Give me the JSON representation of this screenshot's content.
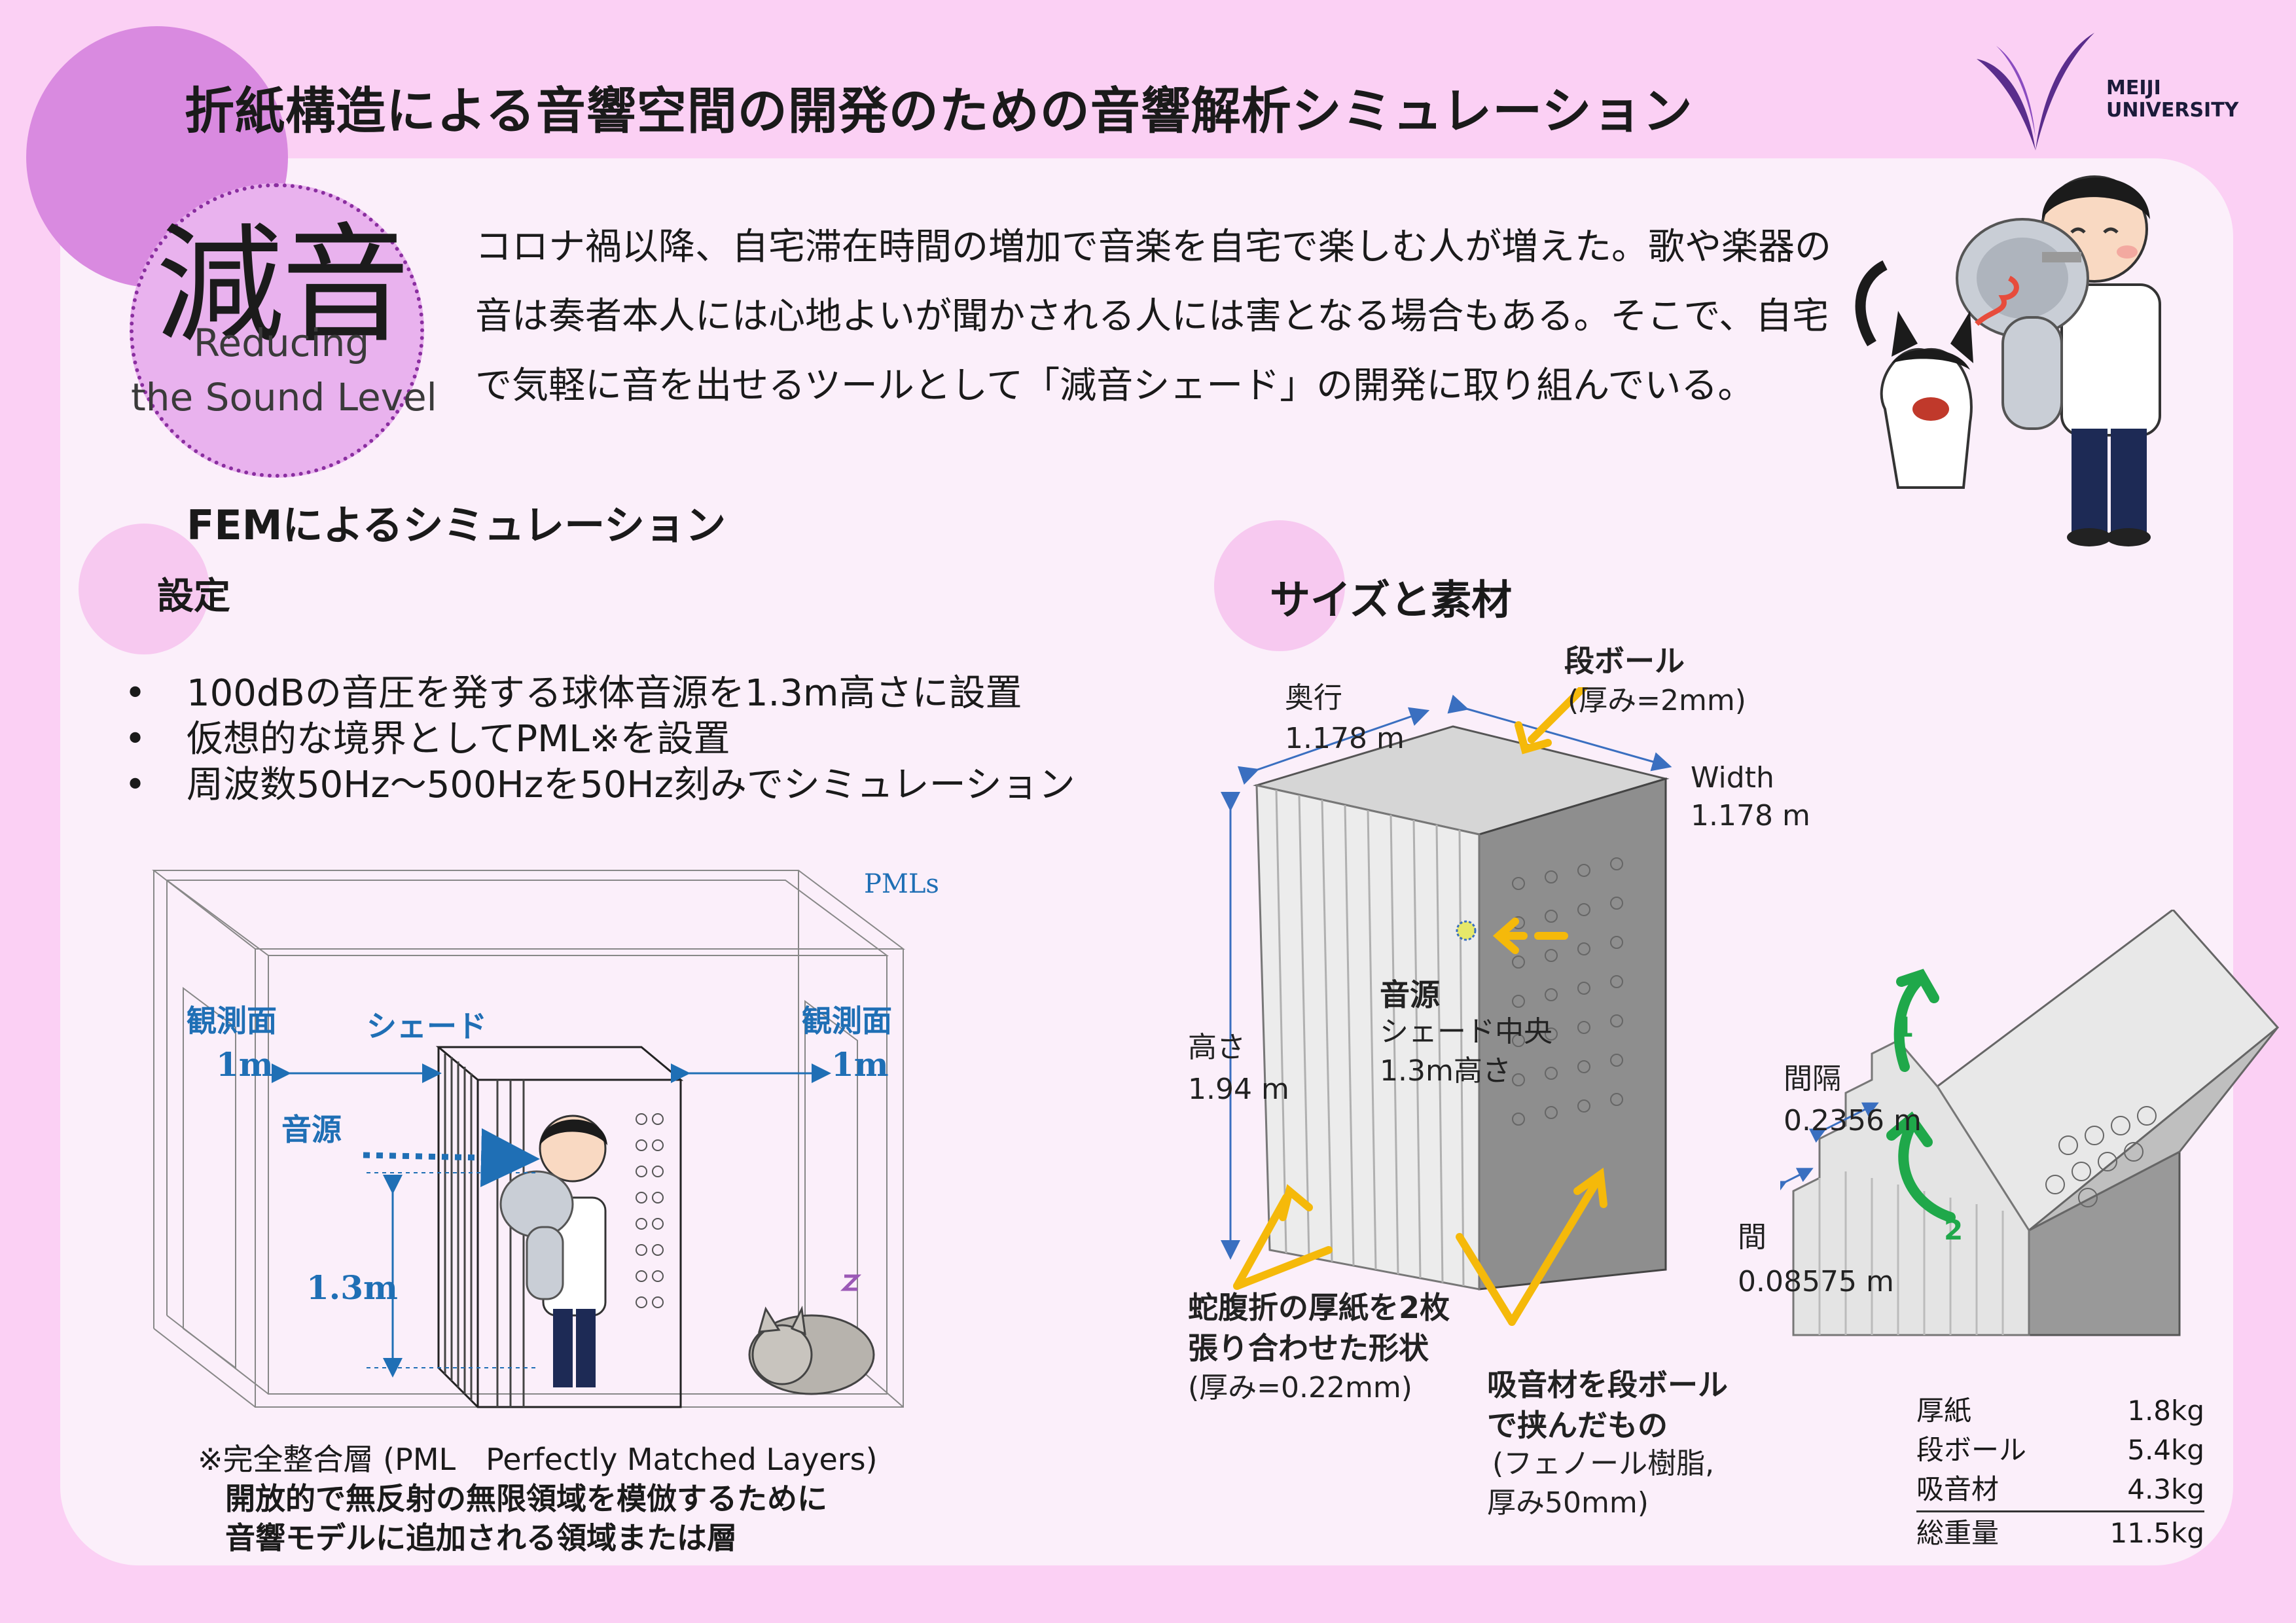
{
  "header": {
    "title": "折紙構造による音響空間の開発のための音響解析シミュレーション",
    "logo_line1": "MEIJI",
    "logo_line2": "UNIVERSITY"
  },
  "badge": {
    "kanji": "減音",
    "english_line1": "Reducing",
    "english_line2": "the Sound Level"
  },
  "intro": {
    "line1": "コロナ禍以降、自宅滞在時間の増加で音楽を自宅で楽しむ人が増えた。歌や楽器の",
    "line2": "音は奏者本人には心地よいが聞かされる人には害となる場合もある。そこで、自宅",
    "line3": "で気軽に音を出せるツールとして「減音シェード」の開発に取り組んでいる。"
  },
  "fem": {
    "heading": "FEMによるシミュレーション",
    "setting_heading": "設定",
    "bullets": [
      "100dBの音圧を発する球体音源を1.3m高さに設置",
      "仮想的な境界としてPML※を設置",
      "周波数50Hz〜500Hzを50Hz刻みでシミュレーション"
    ],
    "bullet_symbol": "•",
    "diagram": {
      "pmls": "PMLs",
      "obs_left": "観測面",
      "obs_right": "観測面",
      "shade": "シェード",
      "dist_left": "1m",
      "dist_right": "1m",
      "source": "音源",
      "height": "1.3m"
    },
    "note_line1": "※完全整合層 (PML　Perfectly Matched Layers)",
    "note_line2": "開放的で無反射の無限領域を模倣するために",
    "note_line3": "音響モデルに追加される領域または層"
  },
  "size": {
    "heading": "サイズと素材",
    "cardboard_title": "段ボール",
    "cardboard_detail": "(厚み=2mm)",
    "depth_label": "奥行",
    "depth_value": "1.178 m",
    "width_label": "Width",
    "width_value": "1.178 m",
    "height_label": "高さ",
    "height_value": "1.94 m",
    "source_title": "音源",
    "source_line1": "シェード中央",
    "source_line2": "1.3m高さ",
    "paper_line1": "蛇腹折の厚紙を2枚",
    "paper_line2": "張り合わせた形状",
    "paper_detail": "(厚み=0.22mm)",
    "absorber_line1": "吸音材を段ボール",
    "absorber_line2": "で挟んだもの",
    "absorber_detail1": "(フェノール樹脂,",
    "absorber_detail2": "厚み50mm)",
    "interval_label": "間隔",
    "interval_value": "0.2356 m",
    "gap_label": "間",
    "gap_value": "0.08575 m",
    "step1": "1",
    "step2": "2"
  },
  "weights": [
    {
      "name": "厚紙",
      "value": "1.8kg"
    },
    {
      "name": "段ボール",
      "value": "5.4kg"
    },
    {
      "name": "吸音材",
      "value": "4.3kg"
    }
  ],
  "weight_total": {
    "name": "総重量",
    "value": "11.5kg"
  },
  "colors": {
    "background": "#fbd0f4",
    "panel": "#fbeffa",
    "accent_purple": "#d98ae0",
    "blue": "#1f6fb5",
    "arrow_yellow": "#f5b90a",
    "arrow_green": "#1fa84a"
  }
}
